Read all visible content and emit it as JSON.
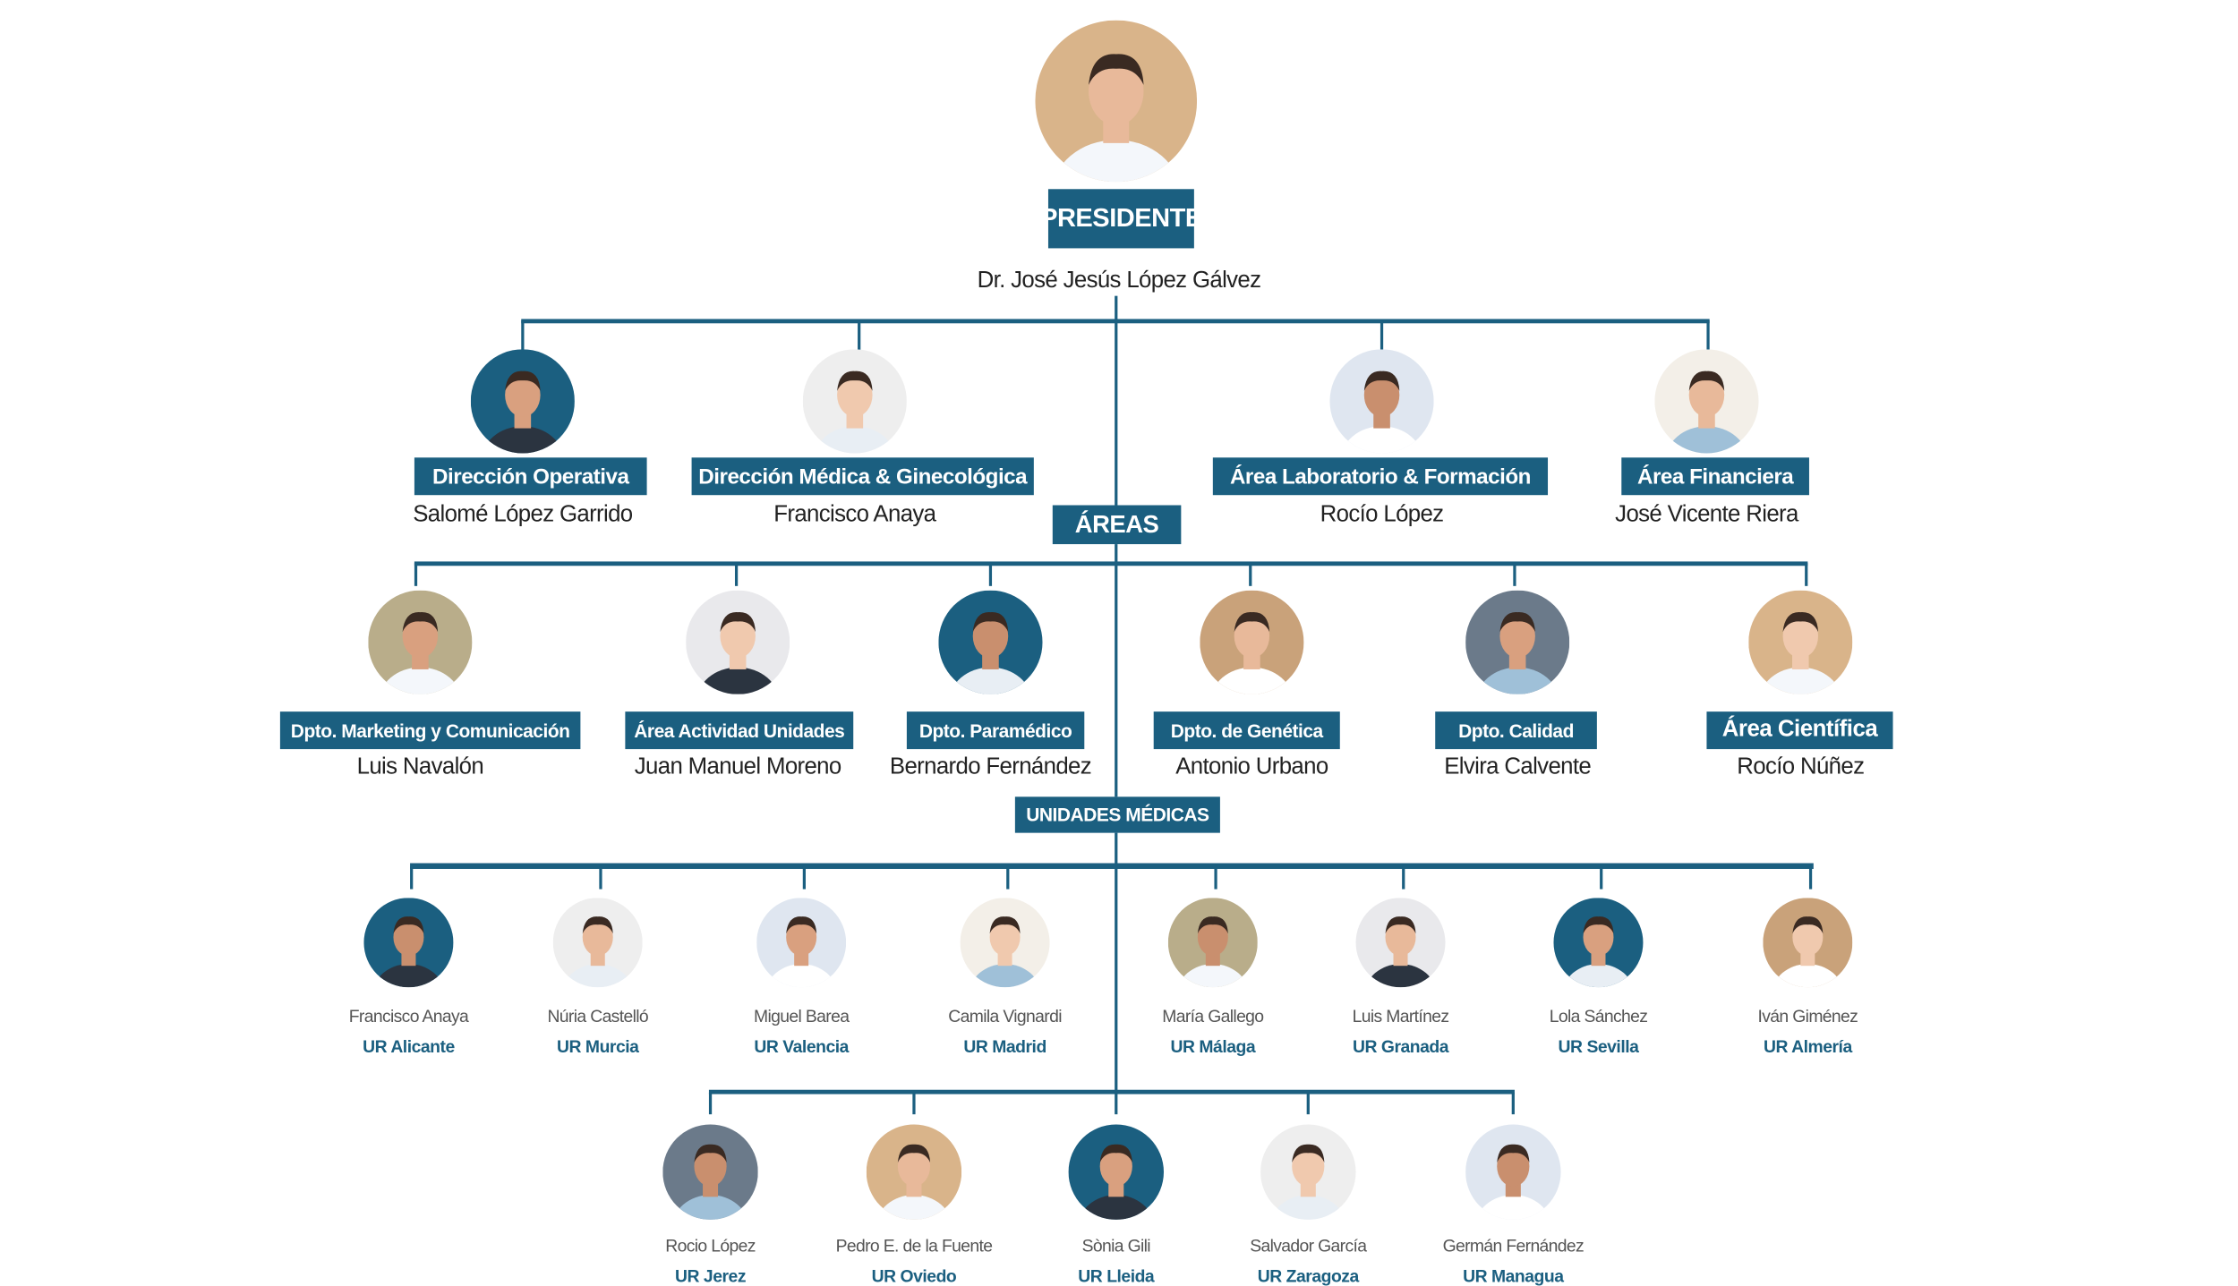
{
  "colors": {
    "accent": "#1b5f80"
  },
  "president": {
    "title": "PRESIDENTE",
    "name": "Dr. José Jesús López Gálvez"
  },
  "directors": [
    {
      "title": "Dirección Operativa",
      "name": "Salomé López Garrido"
    },
    {
      "title": "Dirección Médica & Ginecológica",
      "name": "Francisco Anaya"
    },
    {
      "title": "Área Laboratorio & Formación",
      "name": "Rocío López"
    },
    {
      "title": "Área Financiera",
      "name": "José Vicente Riera"
    }
  ],
  "areas_label": "ÁREAS",
  "areas": [
    {
      "title": "Dpto. Marketing y Comunicación",
      "name": "Luis Navalón"
    },
    {
      "title": "Área Actividad Unidades",
      "name": "Juan Manuel Moreno"
    },
    {
      "title": "Dpto. Paramédico",
      "name": "Bernardo Fernández"
    },
    {
      "title": "Dpto. de Genética",
      "name": "Antonio Urbano"
    },
    {
      "title": "Dpto. Calidad",
      "name": "Elvira Calvente"
    },
    {
      "title": "Área Científica",
      "name": "Rocío Núñez"
    }
  ],
  "units_label": "UNIDADES MÉDICAS",
  "units_row1": [
    {
      "name": "Francisco Anaya",
      "unit": "UR Alicante"
    },
    {
      "name": "Núria Castelló",
      "unit": "UR Murcia"
    },
    {
      "name": "Miguel Barea",
      "unit": "UR Valencia"
    },
    {
      "name": "Camila Vignardi",
      "unit": "UR Madrid"
    },
    {
      "name": "María Gallego",
      "unit": "UR Málaga"
    },
    {
      "name": "Luis Martínez",
      "unit": "UR Granada"
    },
    {
      "name": "Lola Sánchez",
      "unit": "UR Sevilla"
    },
    {
      "name": "Iván Giménez",
      "unit": "UR Almería"
    }
  ],
  "units_row2": [
    {
      "name": "Rocio López",
      "unit": "UR Jerez"
    },
    {
      "name": "Pedro E. de la Fuente",
      "unit": "UR Oviedo"
    },
    {
      "name": "Sònia Gili",
      "unit": "UR Lleida"
    },
    {
      "name": "Salvador García",
      "unit": "UR Zaragoza"
    },
    {
      "name": "Germán Fernández",
      "unit": "UR Managua"
    }
  ]
}
